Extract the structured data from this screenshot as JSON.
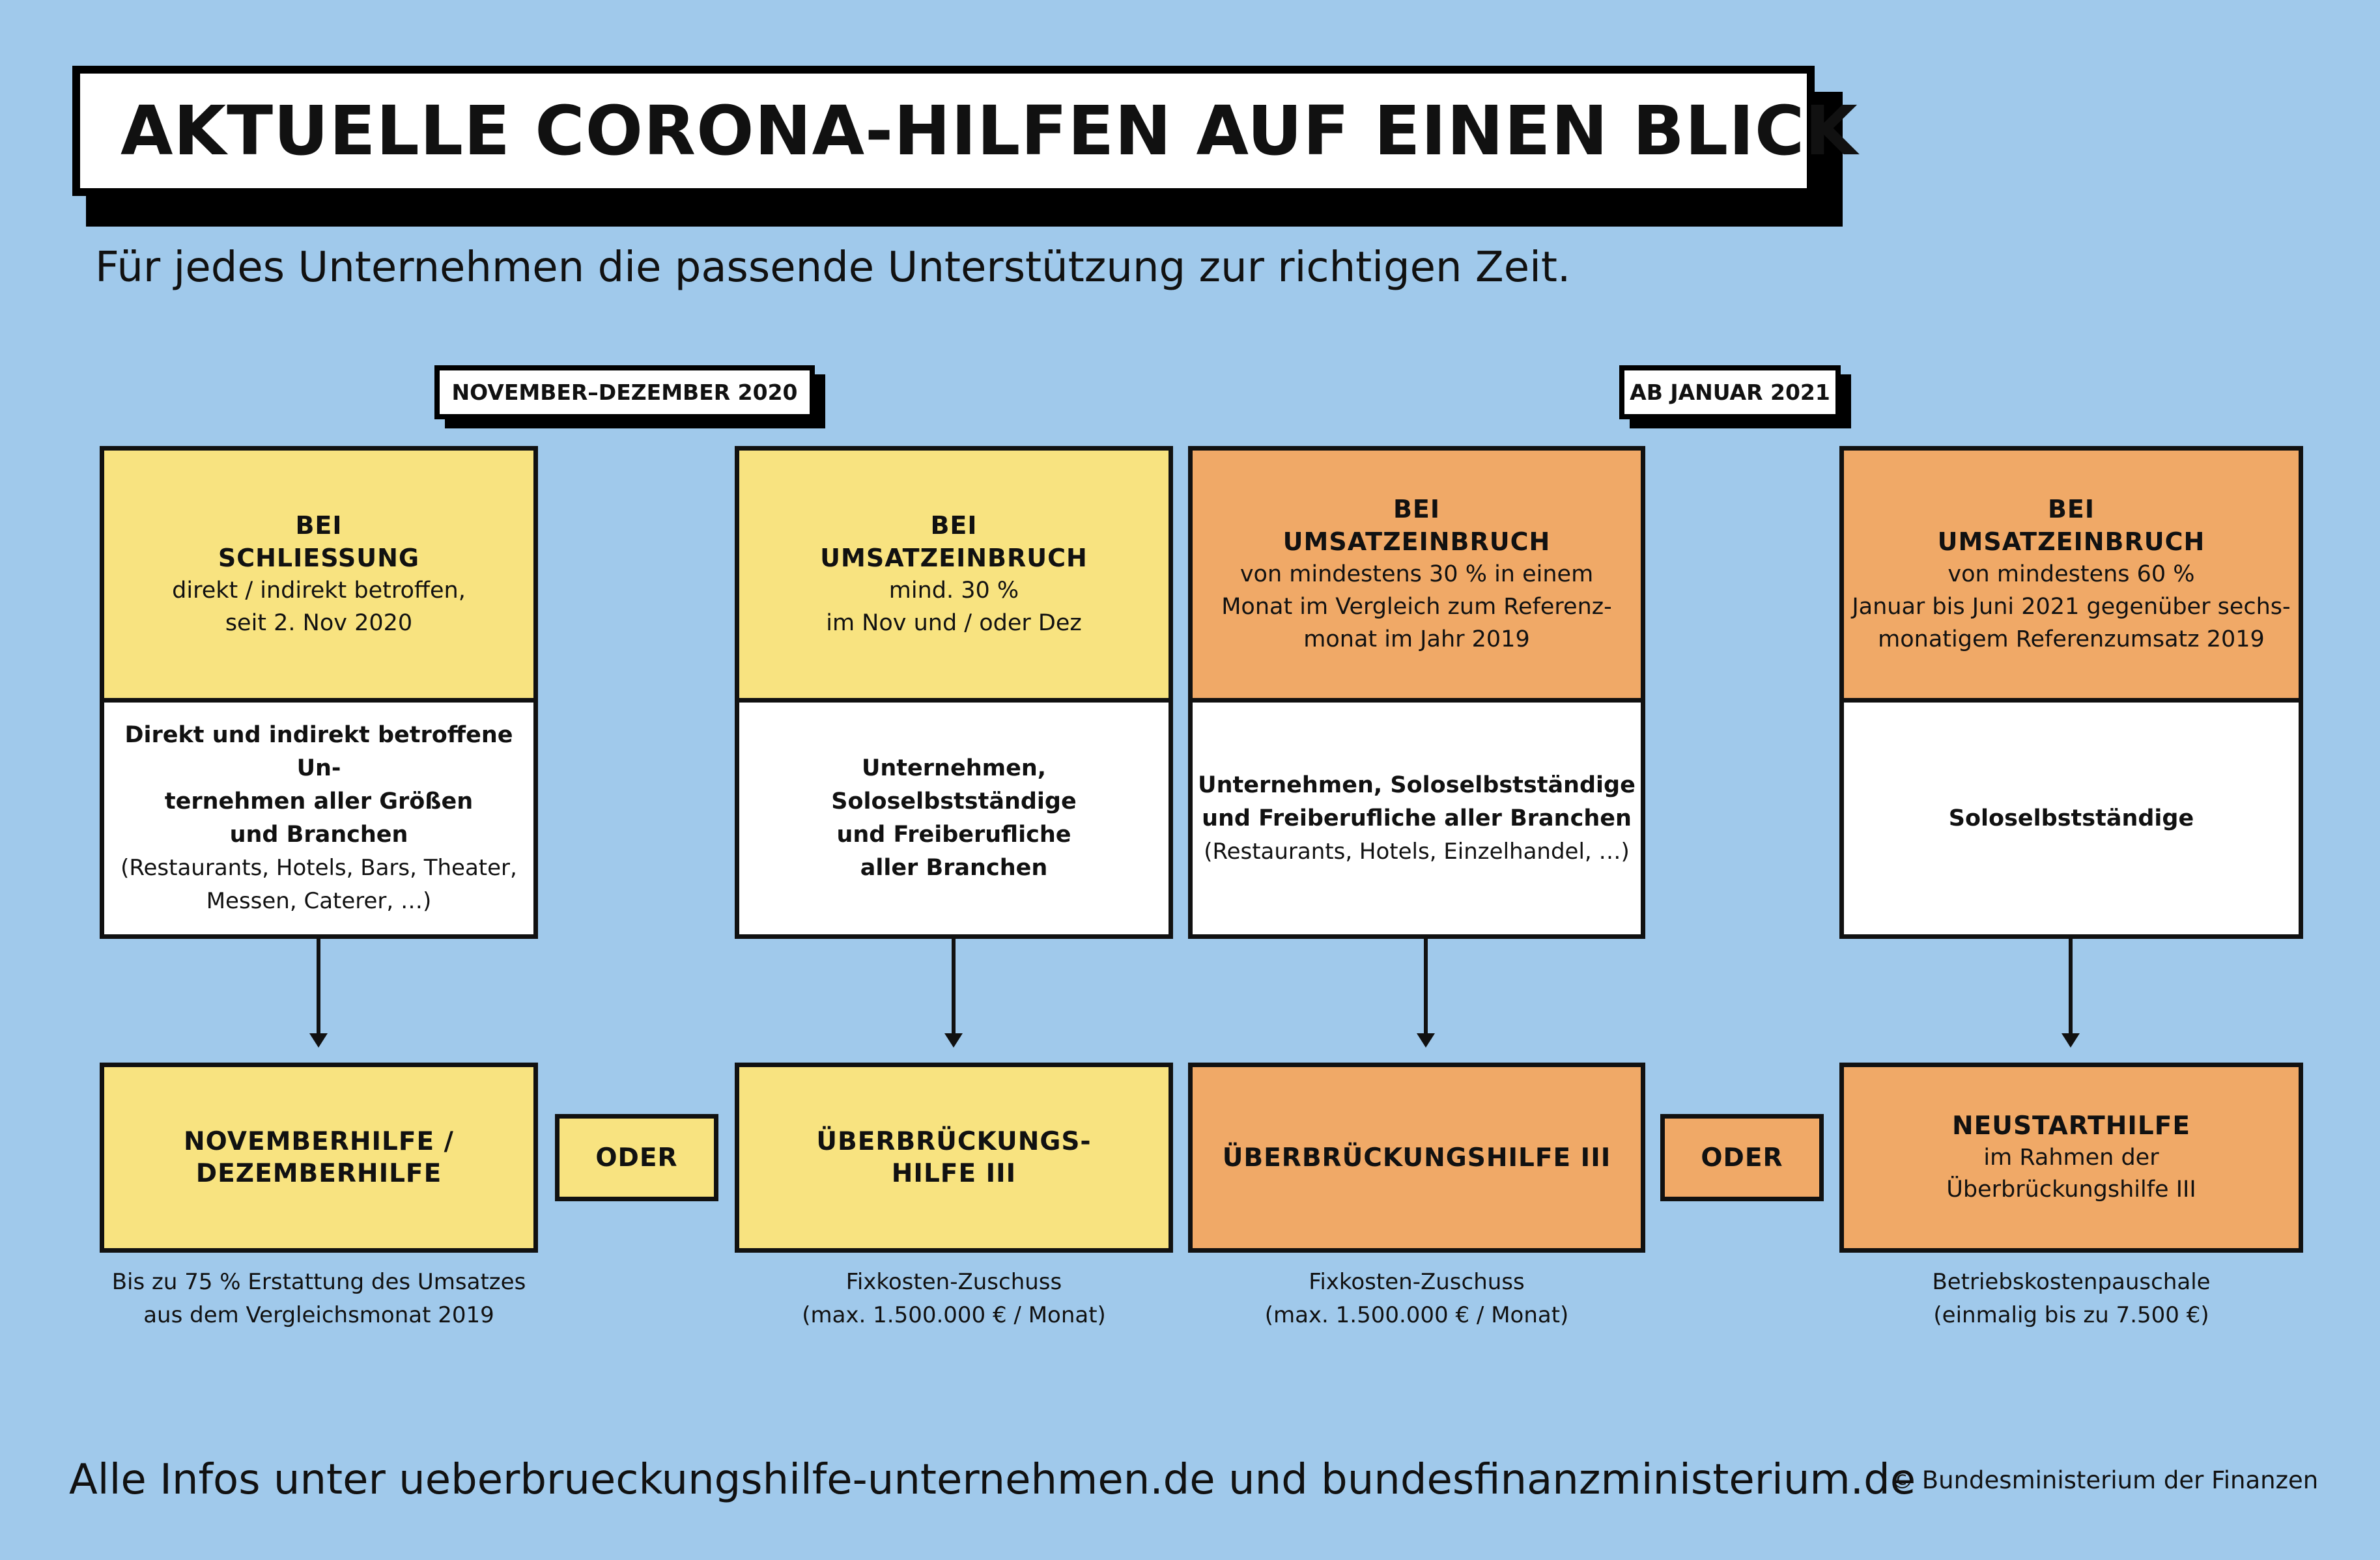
{
  "title": "AKTUELLE CORONA-HILFEN AUF EINEN BLICK",
  "subtitle": "Für jedes Unternehmen die passende Unterstützung zur richtigen Zeit.",
  "periods": [
    {
      "label": "NOVEMBER–DEZEMBER 2020"
    },
    {
      "label": "AB JANUAR 2021"
    }
  ],
  "columns": [
    {
      "color": "#f8e380",
      "condition_head": [
        "BEI",
        "SCHLIESSUNG"
      ],
      "condition_text": [
        "direkt / indirekt betroffen,",
        "seit 2. Nov 2020"
      ],
      "eligible_bold": [
        "Direkt und indirekt betroffene Un-",
        "ternehmen aller Größen",
        "und Branchen"
      ],
      "eligible_text": [
        "(Restaurants, Hotels, Bars, Theater,",
        "Messen, Caterer, …)"
      ],
      "help_bold": [
        "NOVEMBERHILFE /",
        "DEZEMBERHILFE"
      ],
      "help_text": [],
      "caption": [
        "Bis zu 75 % Erstattung des Umsatzes",
        "aus dem Vergleichsmonat 2019"
      ]
    },
    {
      "color": "#f8e380",
      "condition_head": [
        "BEI",
        "UMSATZEINBRUCH"
      ],
      "condition_text": [
        "mind. 30 %",
        "im Nov und / oder Dez"
      ],
      "eligible_bold": [
        "Unternehmen,",
        "Soloselbstständige",
        "und Freiberufliche",
        "aller Branchen"
      ],
      "eligible_text": [],
      "help_bold": [
        "ÜBERBRÜCKUNGS-",
        "HILFE III"
      ],
      "help_text": [],
      "caption": [
        "Fixkosten-Zuschuss",
        "(max. 1.500.000 € / Monat)"
      ]
    },
    {
      "color": "#f0a967",
      "condition_head": [
        "BEI",
        "UMSATZEINBRUCH"
      ],
      "condition_text": [
        "von mindestens 30 % in einem",
        "Monat im Vergleich zum Referenz-",
        "monat im Jahr 2019"
      ],
      "eligible_bold": [
        "Unternehmen, Soloselbstständige",
        "und Freiberufliche aller Branchen"
      ],
      "eligible_text": [
        "(Restaurants, Hotels, Einzelhandel, …)"
      ],
      "help_bold": [
        "ÜBERBRÜCKUNGSHILFE III"
      ],
      "help_text": [],
      "caption": [
        "Fixkosten-Zuschuss",
        "(max. 1.500.000 € / Monat)"
      ]
    },
    {
      "color": "#f0a967",
      "condition_head": [
        "BEI",
        "UMSATZEINBRUCH"
      ],
      "condition_text": [
        "von mindestens 60 %",
        "Januar bis Juni 2021 gegenüber sechs-",
        "monatigem Referenzumsatz 2019"
      ],
      "eligible_bold": [
        "Soloselbstständige"
      ],
      "eligible_text": [],
      "help_bold": [
        "NEUSTARTHILFE"
      ],
      "help_text": [
        "im Rahmen der",
        "Überbrückungshilfe III"
      ],
      "caption": [
        "Betriebskostenpauschale",
        "(einmalig bis zu 7.500 €)"
      ]
    }
  ],
  "oder": [
    "ODER",
    "ODER"
  ],
  "footer": {
    "info": "Alle Infos unter ueberbrueckungshilfe-unternehmen.de und bundesfinanzministerium.de",
    "copyright": "© Bundesministerium der Finanzen"
  }
}
